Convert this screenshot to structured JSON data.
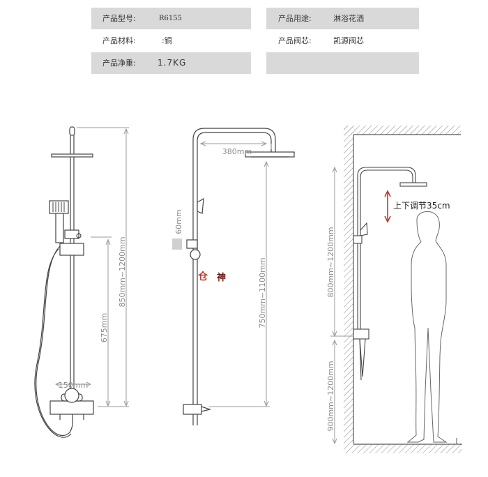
{
  "specs": {
    "model_label": "产品型号:",
    "model_value": "R6155",
    "usage_label": "产品用途:",
    "usage_value": "淋浴花洒",
    "material_label": "产品材料:",
    "material_value": ":铜",
    "valve_label": "产品阀芯:",
    "valve_value": "凯源阀芯",
    "weight_label": "产品净重:",
    "weight_value": "1.7KG"
  },
  "dimensions": {
    "total_height": "850mm~1200mm",
    "handshower_height": "675mm",
    "mixer_width": "150mm",
    "arm_length": "380mm",
    "holder_size": "60mm",
    "rail_height": "750mm~1100mm",
    "ceiling_range": "800mm~1200mm",
    "adjust_note": "上下调节35cm",
    "floor_range": "900mm~1200mm"
  },
  "watermark": {
    "a": "仓",
    "b": "神"
  },
  "colors": {
    "spec_bg": "#d9d9d9",
    "line": "#444444",
    "dim_line": "#9a9a9a",
    "accent": "#c0392b"
  }
}
